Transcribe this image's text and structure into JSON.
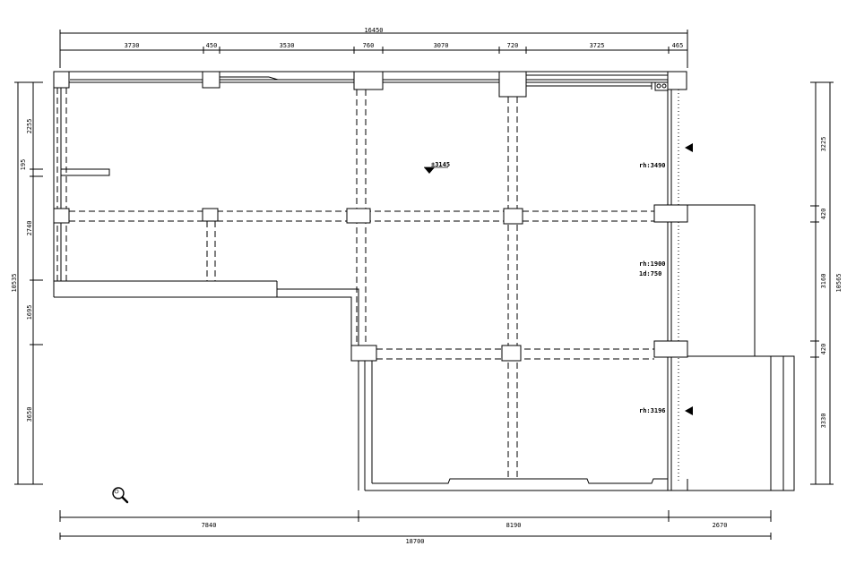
{
  "dimensions": {
    "top_total": "16450",
    "top_segments": [
      "3730",
      "450",
      "3530",
      "760",
      "3070",
      "720",
      "3725",
      "465"
    ],
    "bottom_segments": [
      "7840",
      "8190",
      "2670"
    ],
    "bottom_total": "18700",
    "left_segments": [
      "2255",
      "195",
      "2740",
      "1695",
      "3650"
    ],
    "left_total": "10535",
    "right_segments": [
      "3225",
      "420",
      "3160",
      "420",
      "3330"
    ],
    "right_total": "10565"
  },
  "labels": {
    "level_mark": "±3145",
    "room_a": "rh:3490",
    "room_b_line1": "rh:1900",
    "room_b_line2": "1d:750",
    "room_c": "rh:3196"
  },
  "icons": {
    "zoom": "magnifier-icon"
  }
}
